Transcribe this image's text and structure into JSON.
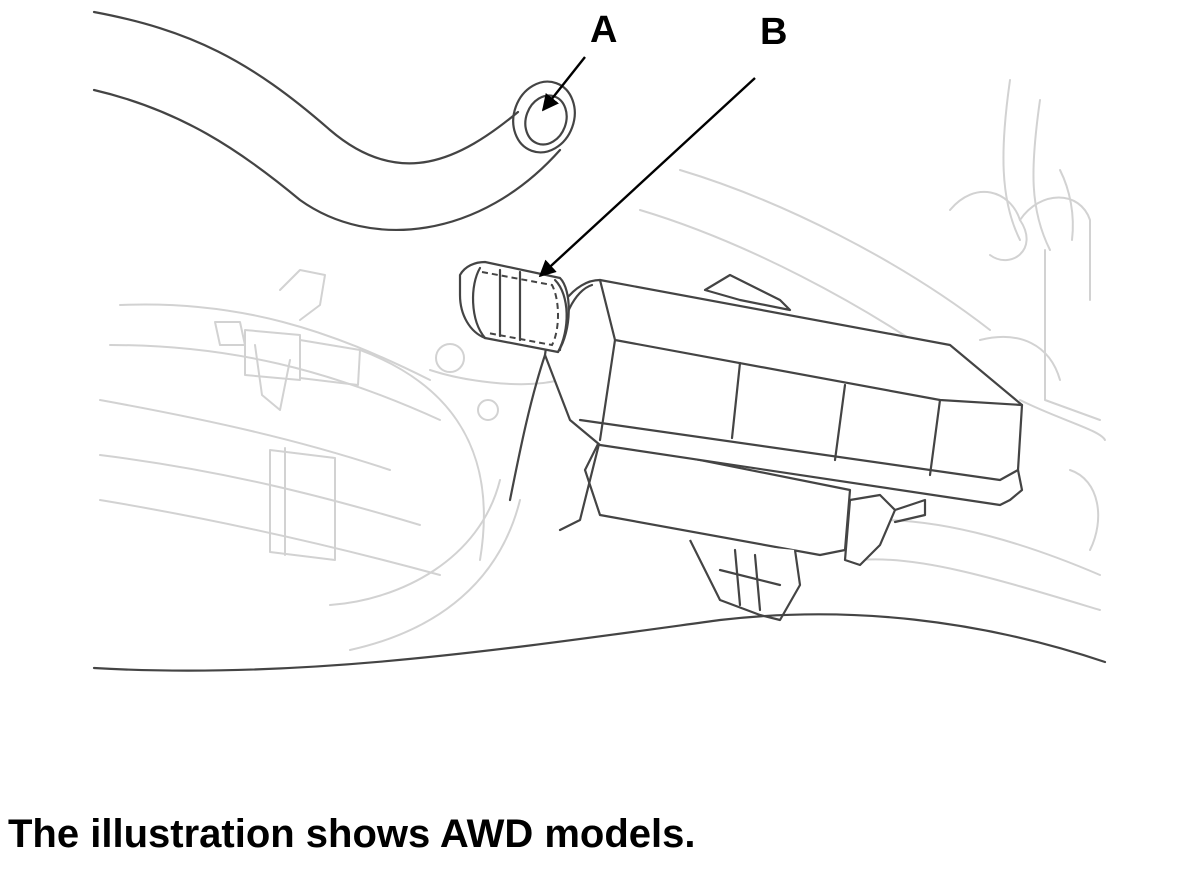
{
  "callouts": {
    "a": "A",
    "b": "B"
  },
  "caption": "The illustration shows AWD models.",
  "colors": {
    "line": "#444444",
    "background_line": "#d2d2d2",
    "text": "#000000"
  }
}
